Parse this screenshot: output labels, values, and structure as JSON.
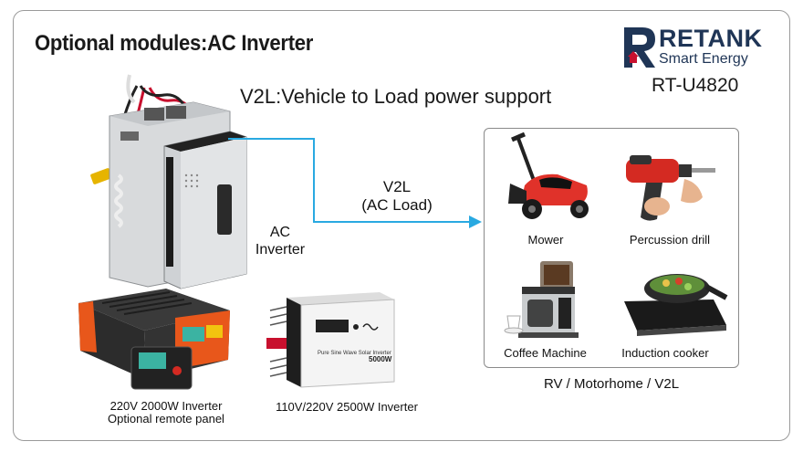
{
  "header": {
    "title": "Optional modules:AC Inverter",
    "subtitle": "V2L:Vehicle to Load power support"
  },
  "brand": {
    "name": "RETANK",
    "tagline": "Smart Energy",
    "model": "RT-U4820",
    "color": "#1f3556",
    "accent": "#c8102e"
  },
  "diagram": {
    "arrow_label_line1": "V2L",
    "arrow_label_line2": "(AC Load)",
    "arrow_color": "#29a9e1",
    "ac_label_line1": "AC",
    "ac_label_line2": "Inverter"
  },
  "loads": {
    "items": [
      {
        "label": "Mower",
        "icon": "lawn-mower-icon"
      },
      {
        "label": "Percussion drill",
        "icon": "drill-icon"
      },
      {
        "label": "Coffee Machine",
        "icon": "coffee-machine-icon"
      },
      {
        "label": "Induction cooker",
        "icon": "induction-cooker-icon"
      }
    ],
    "caption": "RV / Motorhome / V2L"
  },
  "products": [
    {
      "line1": "220V 2000W Inverter",
      "line2": "Optional remote panel"
    },
    {
      "line1": "110V/220V 2500W Inverter",
      "line2": ""
    }
  ],
  "inverter_face": {
    "brand_text": "Pure Sine Wave Solar Inverter",
    "power_text": "5000W"
  }
}
